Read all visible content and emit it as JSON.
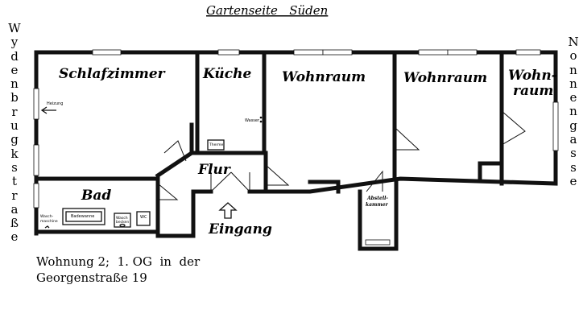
{
  "header": {
    "garden_side": "Gartenseite   Süden"
  },
  "streets": {
    "left": "Wydenbrugkstraße",
    "right": "Nonnengasse"
  },
  "rooms": {
    "schlafzimmer": "Schlafzimmer",
    "kueche": "Küche",
    "wohnraum_1": "Wohnraum",
    "wohnraum_2": "Wohnraum",
    "wohnraum_3_line1": "Wohn-",
    "wohnraum_3_line2": "raum",
    "flur": "Flur",
    "bad": "Bad",
    "abstell_line1": "Abstell-",
    "abstell_line2": "kammer"
  },
  "fixtures": {
    "heizung": "Heizung",
    "wasser": "Wasser",
    "therme": "Therme",
    "badewanne": "Badewanne",
    "waschmaschine_line1": "Wasch-",
    "waschmaschine_line2": "maschine",
    "waschbecken_line1": "Wasch",
    "waschbecken_line2": "becken",
    "wc": "WC"
  },
  "entrance": {
    "label": "Eingang",
    "arrow_icon": "arrow-up-icon"
  },
  "caption": {
    "line1": "Wohnung 2;  1. OG  in  der",
    "line2": "Georgenstraße 19"
  }
}
